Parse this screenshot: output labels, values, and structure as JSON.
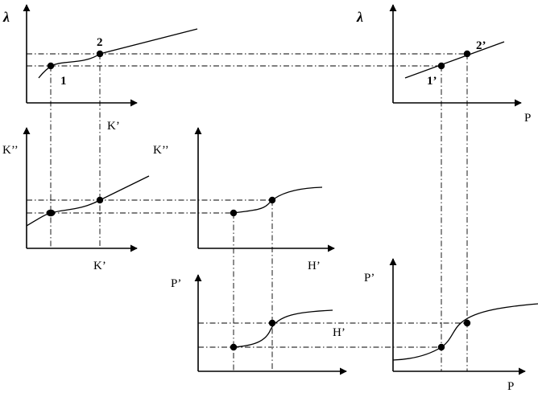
{
  "panels": {
    "lambda_k": {
      "y_label": "λ",
      "x_label": "K’",
      "point_labels": [
        "1",
        "2"
      ]
    },
    "lambda_p": {
      "y_label": "λ",
      "x_label": "P",
      "point_labels": [
        "1’",
        "2’"
      ]
    },
    "k2_k": {
      "y_label": "K’’",
      "x_label": "K’"
    },
    "k2_h": {
      "y_label": "K’’",
      "x_label": "H’"
    },
    "p_h": {
      "y_label": "P’",
      "x_label": "H’"
    },
    "p_p": {
      "y_label": "P’",
      "x_label": "P"
    }
  }
}
